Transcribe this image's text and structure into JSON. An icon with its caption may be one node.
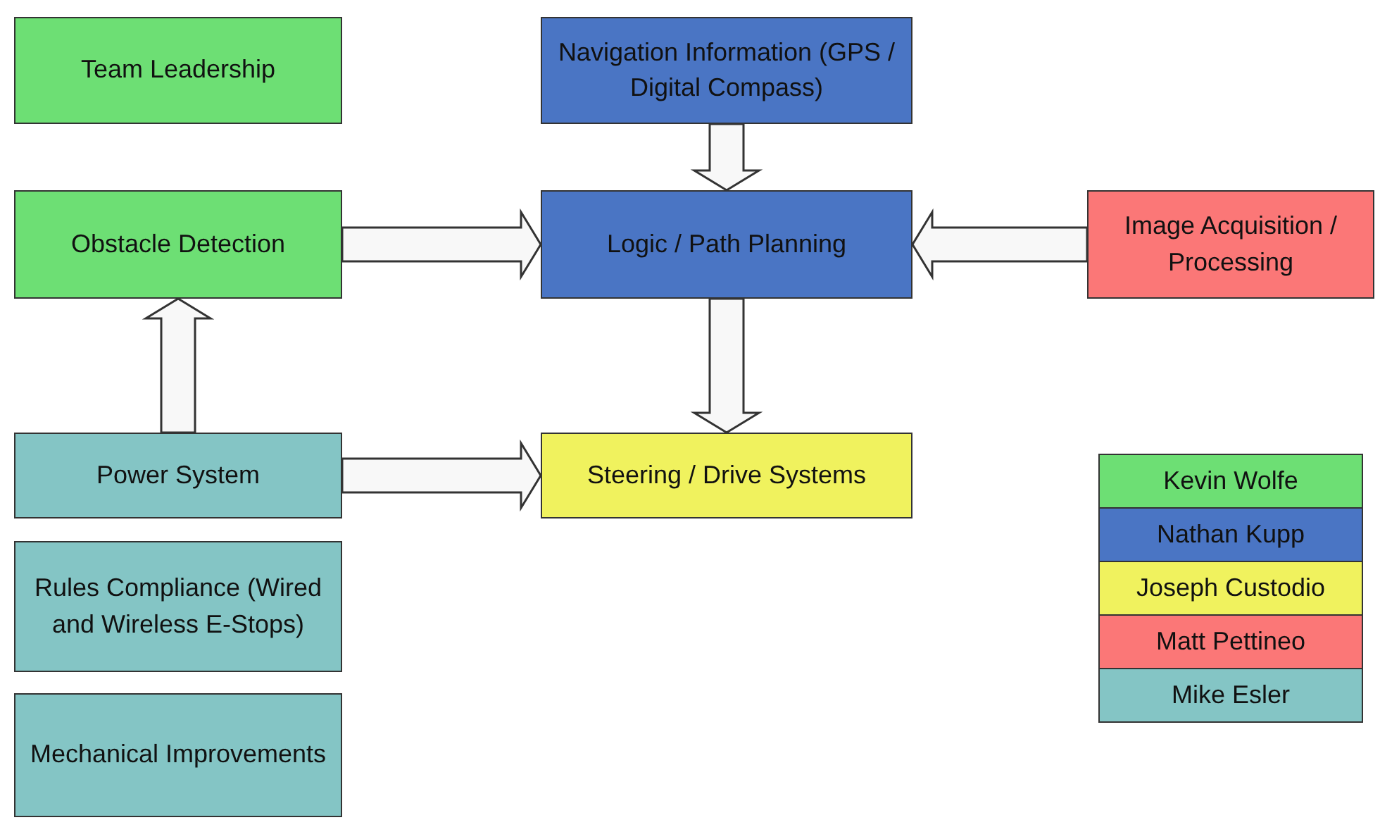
{
  "diagram": {
    "nodes": [
      {
        "text": [
          "Team Leadership"
        ]
      },
      {
        "text": [
          "Navigation Information (GPS / Digital Compass)"
        ]
      },
      {
        "text": [
          "Obstacle Detection"
        ]
      },
      {
        "text": [
          "Logic / Path Planning"
        ]
      },
      {
        "text": [
          "Image Acquisition / Processing"
        ]
      },
      {
        "text": [
          "Power System"
        ]
      },
      {
        "text": [
          "Steering / Drive Systems"
        ]
      },
      {
        "text": [
          "Rules Compliance (Wired and Wireless E-Stops)"
        ]
      },
      {
        "text": [
          "Mechanical Improvements"
        ]
      }
    ],
    "edges": [
      {
        "from": 1,
        "to": 3,
        "arrow": "to"
      },
      {
        "from": 2,
        "to": 3,
        "arrow": "to"
      },
      {
        "from": 4,
        "to": 3,
        "arrow": "to"
      },
      {
        "from": 5,
        "to": 2,
        "arrow": "to"
      },
      {
        "from": 3,
        "to": 6,
        "arrow": "to"
      },
      {
        "from": 5,
        "to": 6,
        "arrow": "to"
      }
    ],
    "legend": [
      {
        "text": "Kevin Wolfe",
        "color": "#6ddf74"
      },
      {
        "text": "Nathan Kupp",
        "color": "#4a75c4"
      },
      {
        "text": "Joseph Custodio",
        "color": "#f0f25e"
      },
      {
        "text": "Matt Pettineo",
        "color": "#fb7777"
      },
      {
        "text": "Mike Esler",
        "color": "#84c5c5"
      }
    ]
  }
}
